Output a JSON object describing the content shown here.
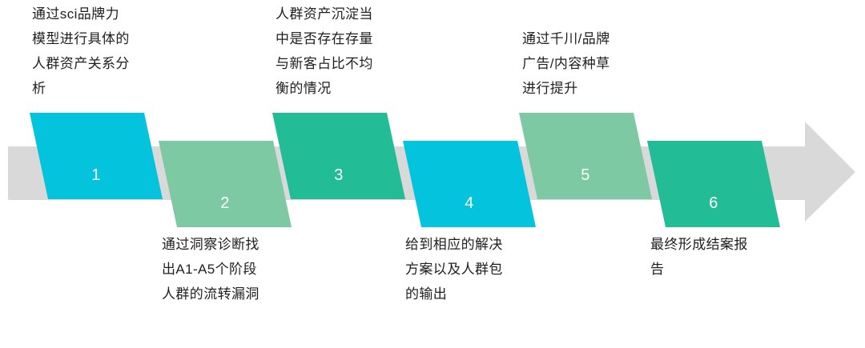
{
  "diagram": {
    "type": "process-flow",
    "title": "",
    "background_color": "#ffffff",
    "arrow": {
      "name": "background-arrow",
      "color": "#D9D9D9",
      "direction": "right"
    },
    "colors": {
      "cyan": "#04C3DC",
      "light_green": "#7CC9A3",
      "teal_green": "#22BC96",
      "arrow_gray": "#D9D9D9",
      "text": "#1f1f1f",
      "number_text": "#ffffff"
    },
    "steps": [
      {
        "number": "1",
        "color": "#04C3DC",
        "position": "top",
        "caption": "通过sci品牌力\n模型进行具体的\n人群资产关系分\n析",
        "caption_position": "above"
      },
      {
        "number": "2",
        "color": "#7CC9A3",
        "position": "bottom",
        "caption": "通过洞察诊断找\n出A1-A5个阶段\n人群的流转漏洞",
        "caption_position": "below"
      },
      {
        "number": "3",
        "color": "#22BC96",
        "position": "top",
        "caption": "人群资产沉淀当\n中是否存在存量\n与新客占比不均\n衡的情况",
        "caption_position": "above"
      },
      {
        "number": "4",
        "color": "#04C3DC",
        "position": "bottom",
        "caption": "给到相应的解决\n方案以及人群包\n的输出",
        "caption_position": "below"
      },
      {
        "number": "5",
        "color": "#7CC9A3",
        "position": "top",
        "caption": "通过千川/品牌\n广告/内容种草\n进行提升",
        "caption_position": "above"
      },
      {
        "number": "6",
        "color": "#22BC96",
        "position": "bottom",
        "caption": "最终形成结案报\n告",
        "caption_position": "below"
      }
    ]
  }
}
